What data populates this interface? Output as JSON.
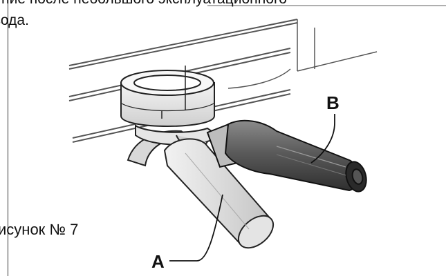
{
  "document": {
    "text_lines": [
      "ние после небольшого эксплуатационного",
      "вода."
    ],
    "caption": "исунок № 7"
  },
  "figure": {
    "callouts": {
      "a": "A",
      "b": "B"
    }
  }
}
